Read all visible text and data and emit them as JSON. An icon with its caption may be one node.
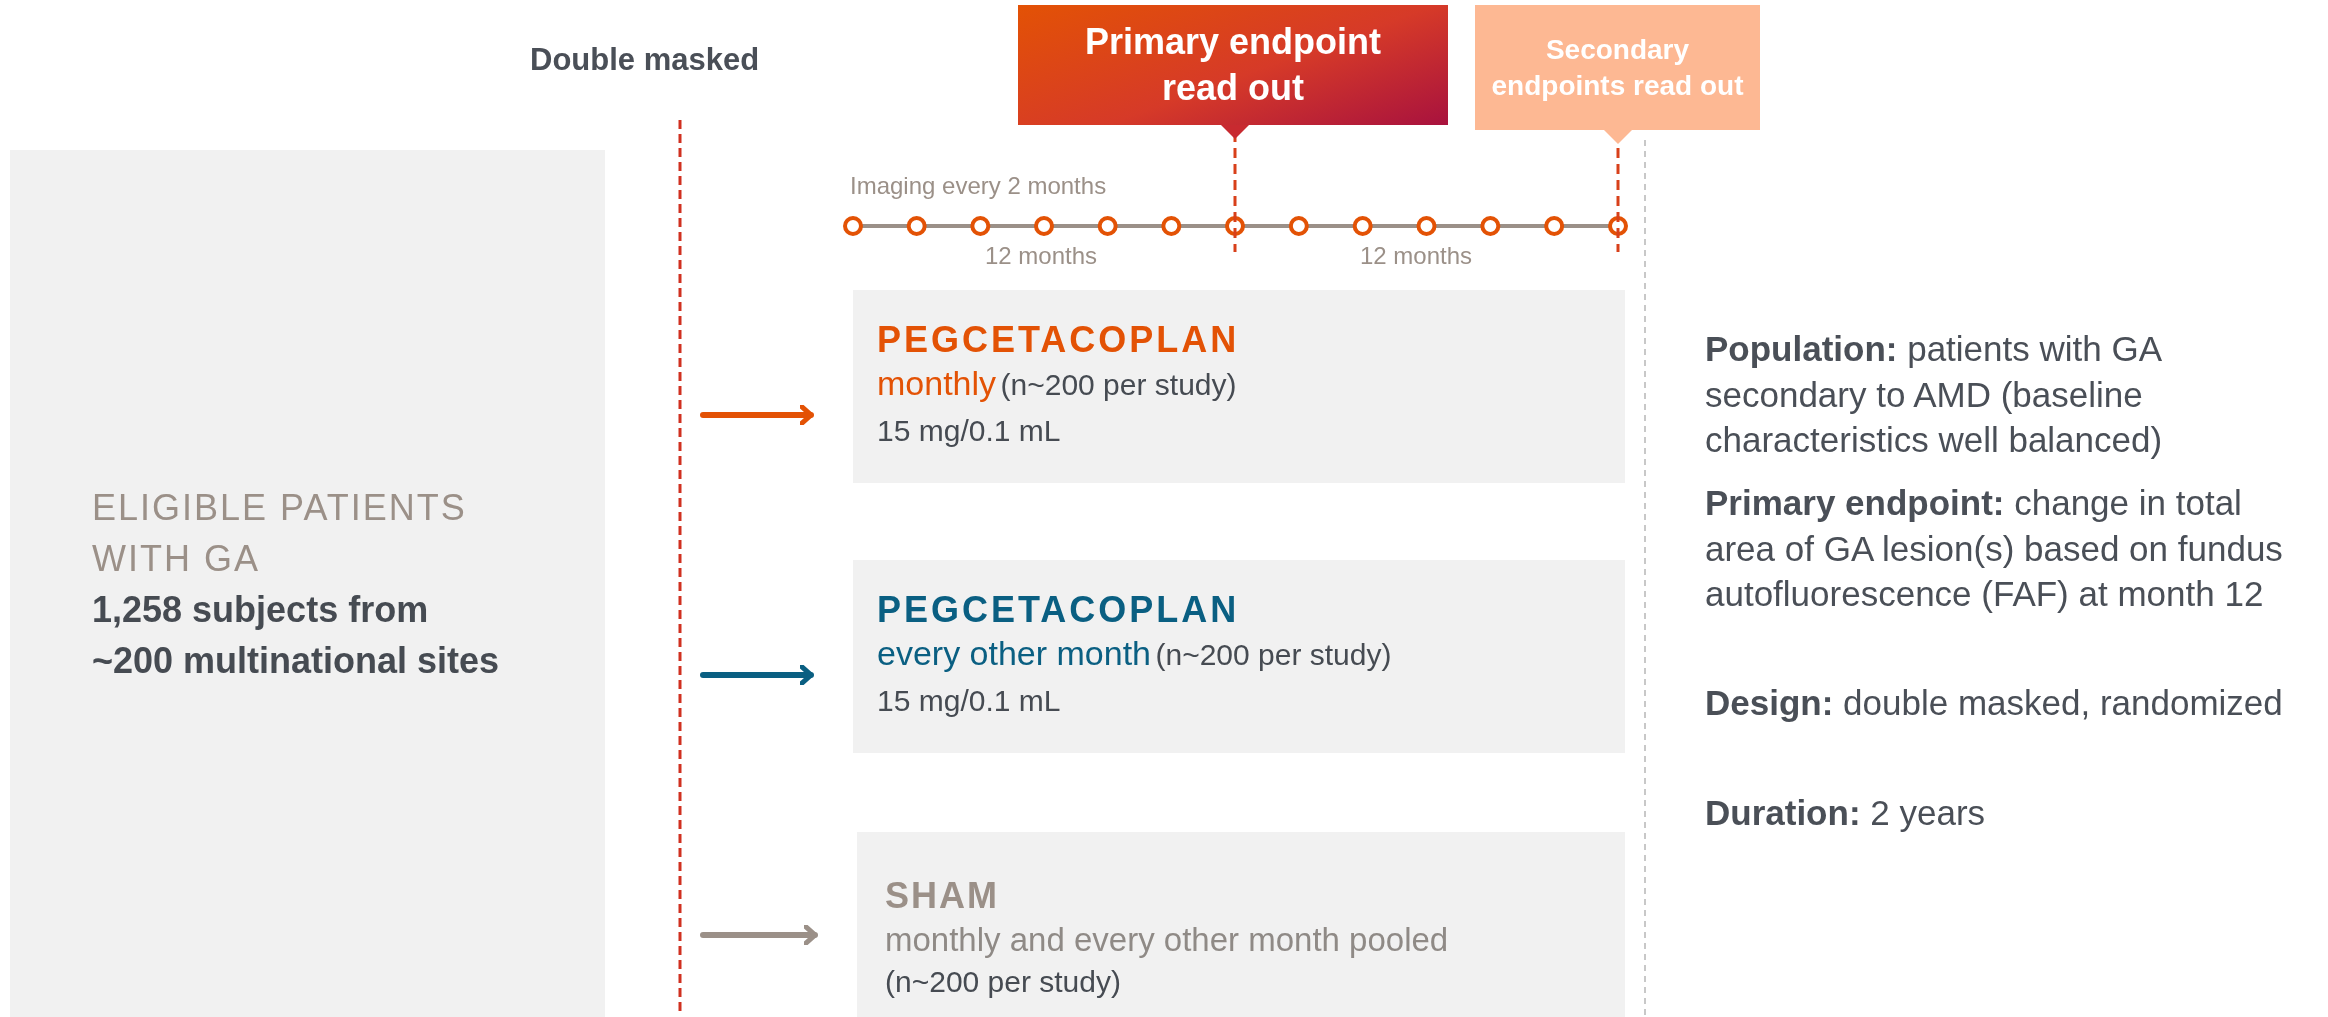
{
  "diagram": {
    "nodes": [
      {
        "text": [
          "ELIGIBLE PATIENTS WITH GA",
          "1,258 subjects from ~200 multinational sites"
        ]
      },
      {
        "text": [
          "PEGCETACOPLAN",
          "monthly",
          "(n~200 per study)",
          "15 mg/0.1 mL"
        ]
      },
      {
        "text": [
          "PEGCETACOPLAN",
          "every other month",
          "(n~200 per study)",
          "15 mg/0.1 mL"
        ]
      },
      {
        "text": [
          "SHAM",
          "monthly and every other month pooled",
          "(n~200 per study)"
        ]
      },
      {
        "text": [
          "Primary endpoint read out"
        ]
      },
      {
        "text": [
          "Secondary endpoints read out"
        ]
      }
    ],
    "edges": [
      {
        "from": null,
        "to": 1,
        "arrow": "to",
        "color": "#e35205"
      },
      {
        "from": null,
        "to": 2,
        "arrow": "to",
        "color": "#0a5f82"
      },
      {
        "from": null,
        "to": 3,
        "arrow": "to",
        "color": "#9b9088"
      }
    ],
    "labels": [
      "Double masked",
      "Imaging every 2 months",
      "12 months",
      "12 months",
      "**Population:** patients with GA secondary to AMD (baseline characteristics well balanced)",
      "**Primary endpoint:** change in total area of GA lesion(s) based on fundus autofluorescence (FAF) at month 12",
      "**Design:** double masked, randomized",
      "**Duration:** 2 years"
    ]
  }
}
